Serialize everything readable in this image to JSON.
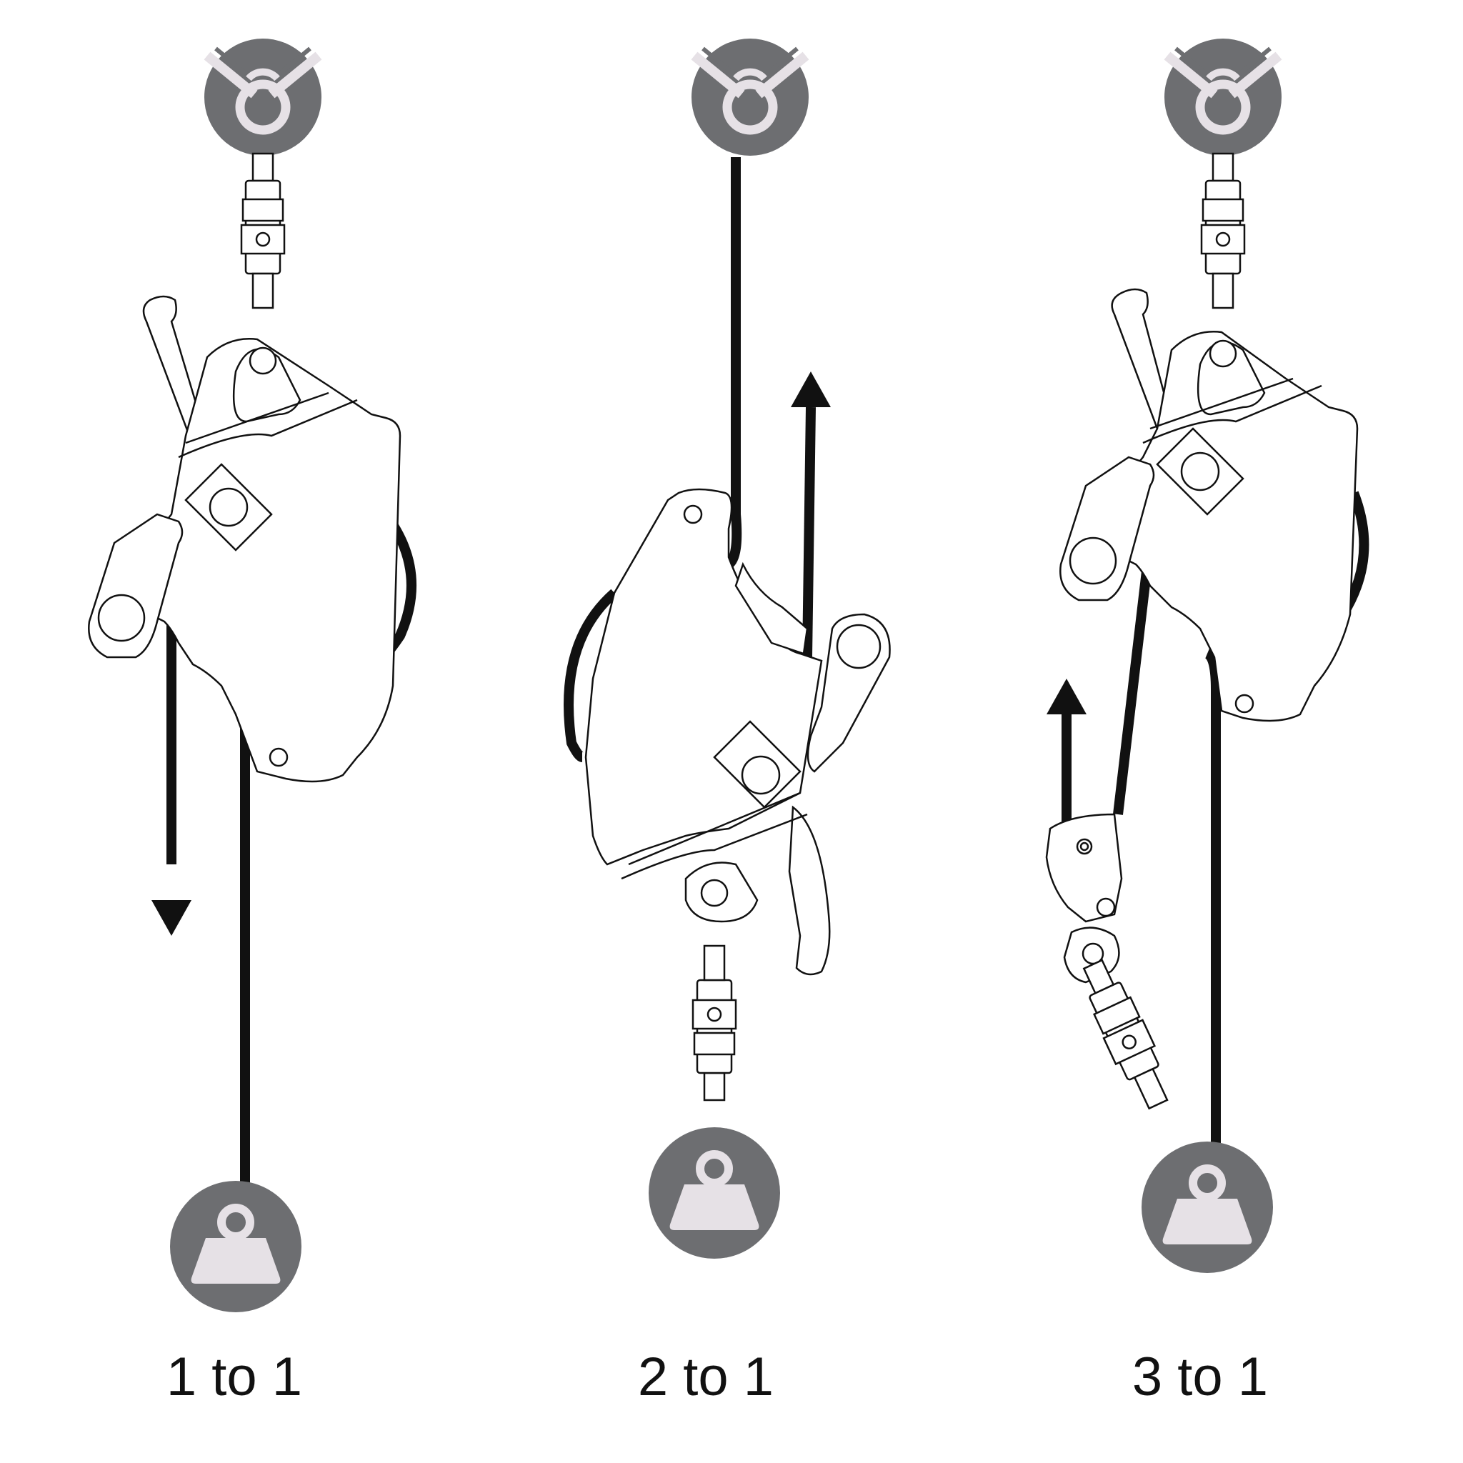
{
  "diagram": {
    "panels": [
      {
        "id": "p1",
        "label": "1 to 1"
      },
      {
        "id": "p2",
        "label": "2 to 1"
      },
      {
        "id": "p3",
        "label": "3 to 1"
      }
    ]
  },
  "colors": {
    "circle": "#6d6e71",
    "icon": "#e6e1e6",
    "rope": "#111111",
    "outline": "#111111",
    "device": "#ffffff"
  },
  "icons": [
    "anchor-icon",
    "weight-icon",
    "arrow-down-icon",
    "arrow-up-icon"
  ]
}
